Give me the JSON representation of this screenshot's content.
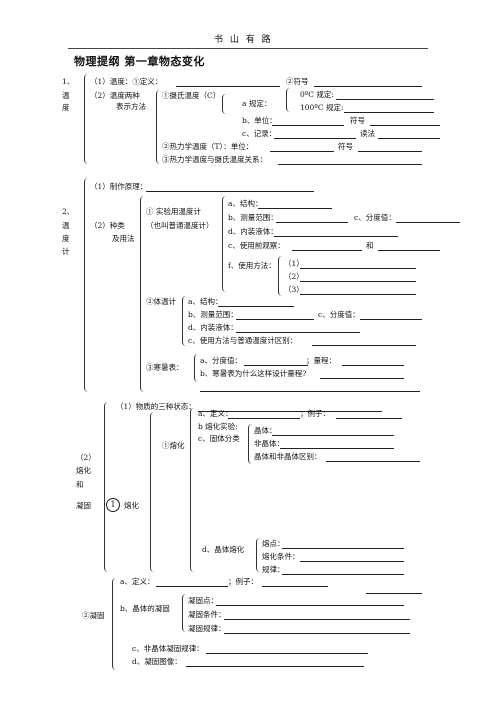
{
  "header": {
    "text": "书 山 有 路"
  },
  "title": "物理提纲 第一章物态变化",
  "s1": {
    "num": "1、",
    "vert": [
      "温",
      "度"
    ],
    "l1": "（1）温度：①定义：",
    "symbol": "②符号",
    "l2a": "（2）温度两种",
    "l2b": "表示方法",
    "celsius": "①摄氏温度（C）",
    "a_label": "a 规定：",
    "zero": "0ºC 规定:",
    "hundred": "100ºC 规定:",
    "unit": "b、单位：",
    "sym2": "符号",
    "record": "c、记录：",
    "read": "读法",
    "thermo": "②热力学温度（T）：单位：",
    "sym3": "符号",
    "relation": "③热力学温度与摄氏温度关系："
  },
  "s2": {
    "num": "2、",
    "vert": [
      "温",
      "度",
      "计"
    ],
    "principle": "（1）制作原理：",
    "kinds_a": "（2）种类",
    "kinds_b": "及用法",
    "lab_a": "①  实验用温度计",
    "lab_b": "（也叫普通温度计）",
    "structure": "a、结构：",
    "range": "b、测量范围：",
    "div": "c、分度值：",
    "liquid": "d、内装液体：",
    "before": "c、使用前观察：",
    "and": "和",
    "usage": "f、使用方法：",
    "steps": [
      "（1）",
      "（2）",
      "（3）"
    ],
    "body": "②体温计",
    "b_struct": "a、结构：",
    "b_range": "b、测量范围：",
    "b_div": "c、分度值：",
    "b_liquid": "d、内装液体：",
    "b_diff": "c、使用方法与普通温度计区别：",
    "cold": "③寒暑表：",
    "c_div": "a、分度值：",
    "c_range": "；量程：",
    "c_why": "b、寒暑表为什么这样设计量程?"
  },
  "s3": {
    "states": "（1）物质的三种状态：",
    "left_a": "（2）",
    "left_b": "熔化",
    "left_c": "和",
    "left_d": "凝固",
    "circle1": "1",
    "melting": "熔化",
    "melt1": "①熔化",
    "def": "a、定义：",
    "example": "；例子：",
    "exp": "b 熔化实验:",
    "cls": "c、固体分类",
    "crystal": "晶体：",
    "amorph": "非晶体：",
    "diff": "晶体和非晶体区别：",
    "cmelt": "d、晶体熔化",
    "mpoint": "熔点：",
    "mcond": "熔化条件：",
    "mrule": "规律："
  },
  "s4": {
    "solid": "②凝固",
    "def": "a、定义：",
    "example": "；例子：",
    "cryst": "b、晶体的凝固",
    "fpoint": "凝固点：",
    "fcond": "凝固条件：",
    "frule": "凝固规律：",
    "amorph": "c、非晶体凝固规律：",
    "graph": "d、凝固图像："
  }
}
